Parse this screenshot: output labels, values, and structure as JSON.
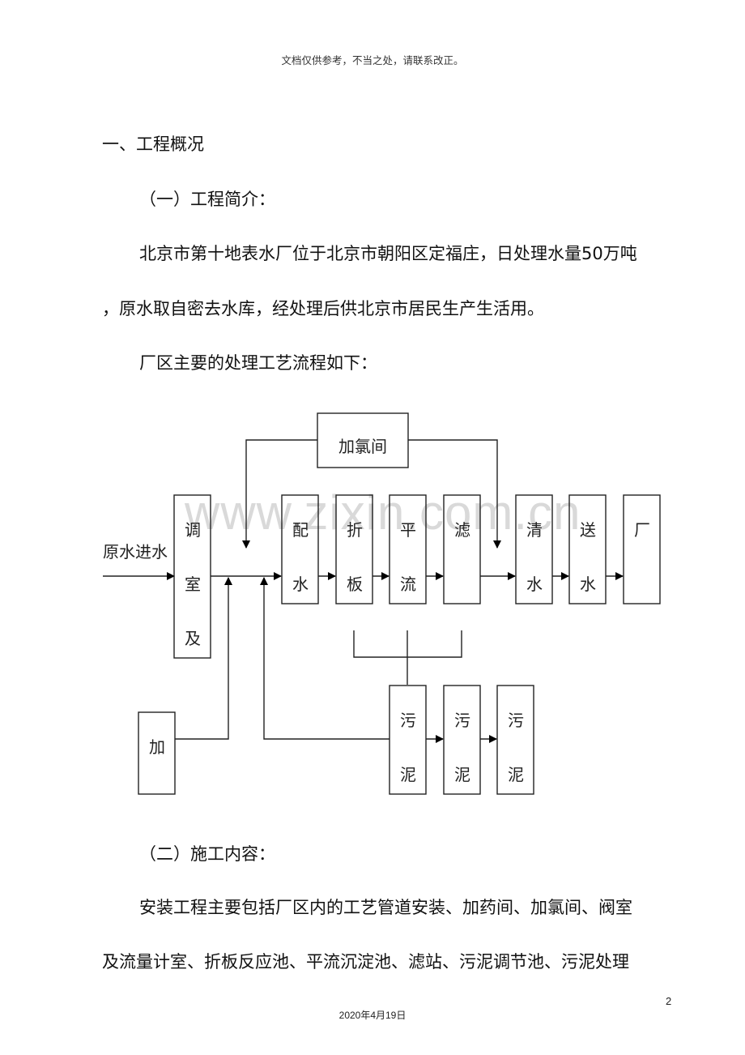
{
  "header_note": "文档仅供参考，不当之处，请联系改正。",
  "section1": {
    "title": "一、工程概况",
    "subsection1": {
      "title": "（一）工程简介：",
      "paragraph_line1": "北京市第十地表水厂位于北京市朝阳区定福庄，日处理水量50万吨",
      "paragraph_line2": "，原水取自密去水库，经处理后供北京市居民生产生活用。",
      "flow_intro": "厂区主要的处理工艺流程如下："
    },
    "subsection2": {
      "title": "（二）施工内容：",
      "paragraph_line1": "安装工程主要包括厂区内的工艺管道安装、加药间、加氯间、阀室",
      "paragraph_line2": "及流量计室、折板反应池、平流沉淀池、滤站、污泥调节池、污泥处理"
    }
  },
  "watermark": "www.zixin.com.cn",
  "diagram": {
    "input_label": "原水进水",
    "nodes": {
      "chlorine": "加氯间",
      "valve": [
        "调",
        "室",
        "及"
      ],
      "distribution": [
        "配",
        "水"
      ],
      "folded_plate": [
        "折",
        "板"
      ],
      "horizontal_flow": [
        "平",
        "流"
      ],
      "filter": [
        "滤"
      ],
      "clear_water": [
        "清",
        "水"
      ],
      "pumping": [
        "送",
        "水"
      ],
      "plant": [
        "厂"
      ],
      "dosing": [
        "加"
      ],
      "sludge1": [
        "污",
        "泥"
      ],
      "sludge2": [
        "污",
        "泥"
      ],
      "sludge3": [
        "污",
        "泥"
      ]
    }
  },
  "footer": {
    "page_number": "2",
    "date": "2020年4月19日"
  }
}
